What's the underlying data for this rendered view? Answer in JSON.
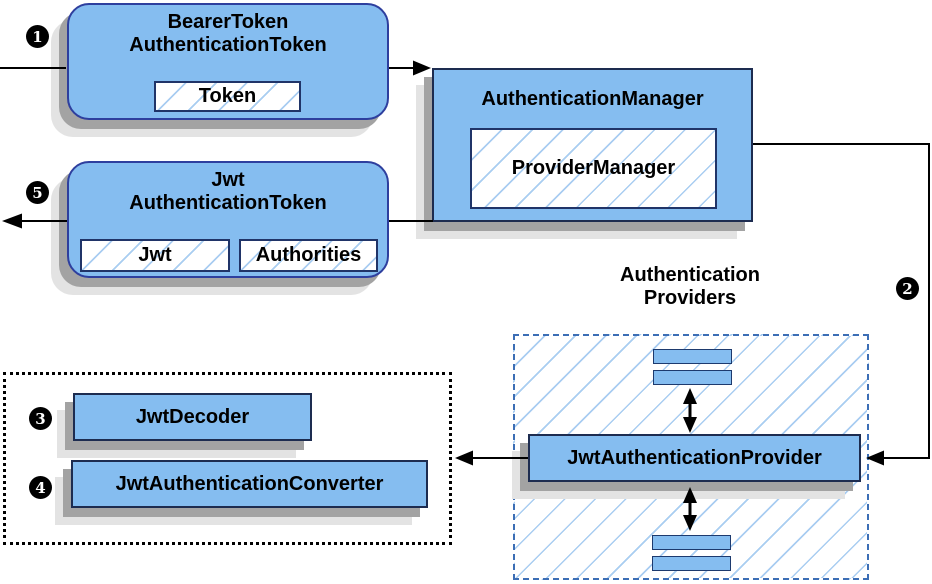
{
  "badges": {
    "step1": "1",
    "step2": "2",
    "step3": "3",
    "step4": "4",
    "step5": "5"
  },
  "nodes": {
    "bearer_token": {
      "line1": "BearerToken",
      "line2": "AuthenticationToken",
      "chip": "Token"
    },
    "authentication_manager": {
      "title": "AuthenticationManager",
      "chip": "ProviderManager"
    },
    "jwt_authentication_token": {
      "line1": "Jwt",
      "line2": "AuthenticationToken",
      "chip_jwt": "Jwt",
      "chip_authorities": "Authorities"
    },
    "authentication_providers": {
      "label_line1": "Authentication",
      "label_line2": "Providers"
    },
    "jwt_authentication_provider": {
      "title": "JwtAuthenticationProvider"
    },
    "jwt_decoder": {
      "title": "JwtDecoder"
    },
    "jwt_authentication_converter": {
      "title": "JwtAuthenticationConverter"
    }
  },
  "colors": {
    "box_fill": "#85bdf0",
    "rounded_border": "#2e3f9e",
    "rect_border": "#1d2c50",
    "chip_border": "#203468",
    "slot_border": "#1d3a6e",
    "hatch": "#a9cdf1",
    "dashed_border": "#3c6eb5",
    "dotted_border": "#000000",
    "arrow": "#000000",
    "shadow_dark": "#a3a3a3",
    "shadow_light": "#e3e3e3",
    "badge_bg": "#000000",
    "badge_fg": "#ffffff",
    "text": "#000000"
  }
}
